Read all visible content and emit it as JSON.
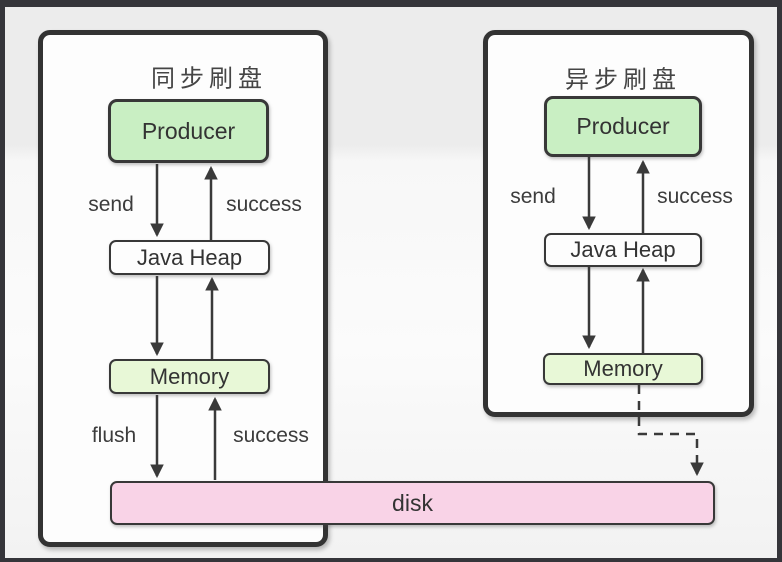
{
  "diagram": {
    "sync": {
      "title": "同步刷盘",
      "nodes": {
        "producer": "Producer",
        "java_heap": "Java Heap",
        "memory": "Memory"
      },
      "labels": {
        "send": "send",
        "success_top": "success",
        "flush": "flush",
        "success_bottom": "success"
      }
    },
    "async": {
      "title": "异步刷盘",
      "nodes": {
        "producer": "Producer",
        "java_heap": "Java Heap",
        "memory": "Memory"
      },
      "labels": {
        "send": "send",
        "success": "success"
      }
    },
    "shared": {
      "disk": "disk"
    },
    "colors": {
      "producer_fill": "#c9efc3",
      "memory_fill": "#e8f8d7",
      "java_heap_fill": "#fdfdfd",
      "disk_fill": "#f9d3e7",
      "panel_border": "#333333",
      "arrow": "#3a3a3a",
      "frame": "#35353a"
    }
  }
}
